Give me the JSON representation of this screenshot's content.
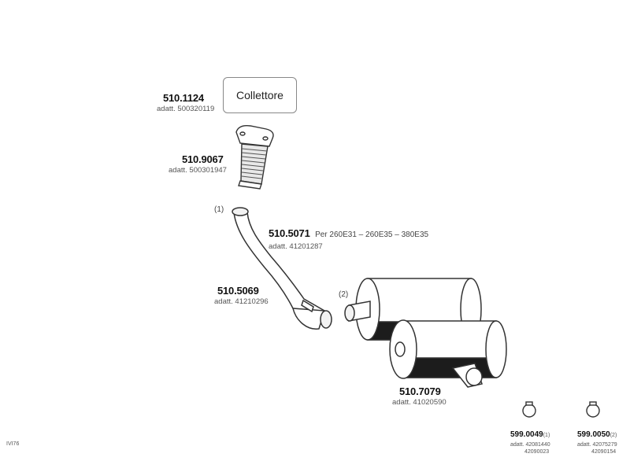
{
  "box_label": "Collettore",
  "parts": {
    "p1124": {
      "code": "510.1124",
      "adatt": "adatt. 500320119"
    },
    "p9067": {
      "code": "510.9067",
      "adatt": "adatt. 500301947"
    },
    "p5071": {
      "code": "510.5071",
      "per": "Per  260E31  –  260E35  –  380E35",
      "adatt": "adatt. 41201287"
    },
    "p5069": {
      "code": "510.5069",
      "adatt": "adatt. 41210296"
    },
    "p7079": {
      "code": "510.7079",
      "adatt": "adatt. 41020590"
    },
    "p0049": {
      "code": "599.0049",
      "note": "(1)",
      "adatt1": "adatt. 42081440",
      "adatt2": "42090023"
    },
    "p0050": {
      "code": "599.0050",
      "note": "(2)",
      "adatt1": "adatt. 42075279",
      "adatt2": "42090154"
    }
  },
  "callouts": {
    "c1": "(1)",
    "c2": "(2)"
  },
  "footer_id": "IVI76"
}
